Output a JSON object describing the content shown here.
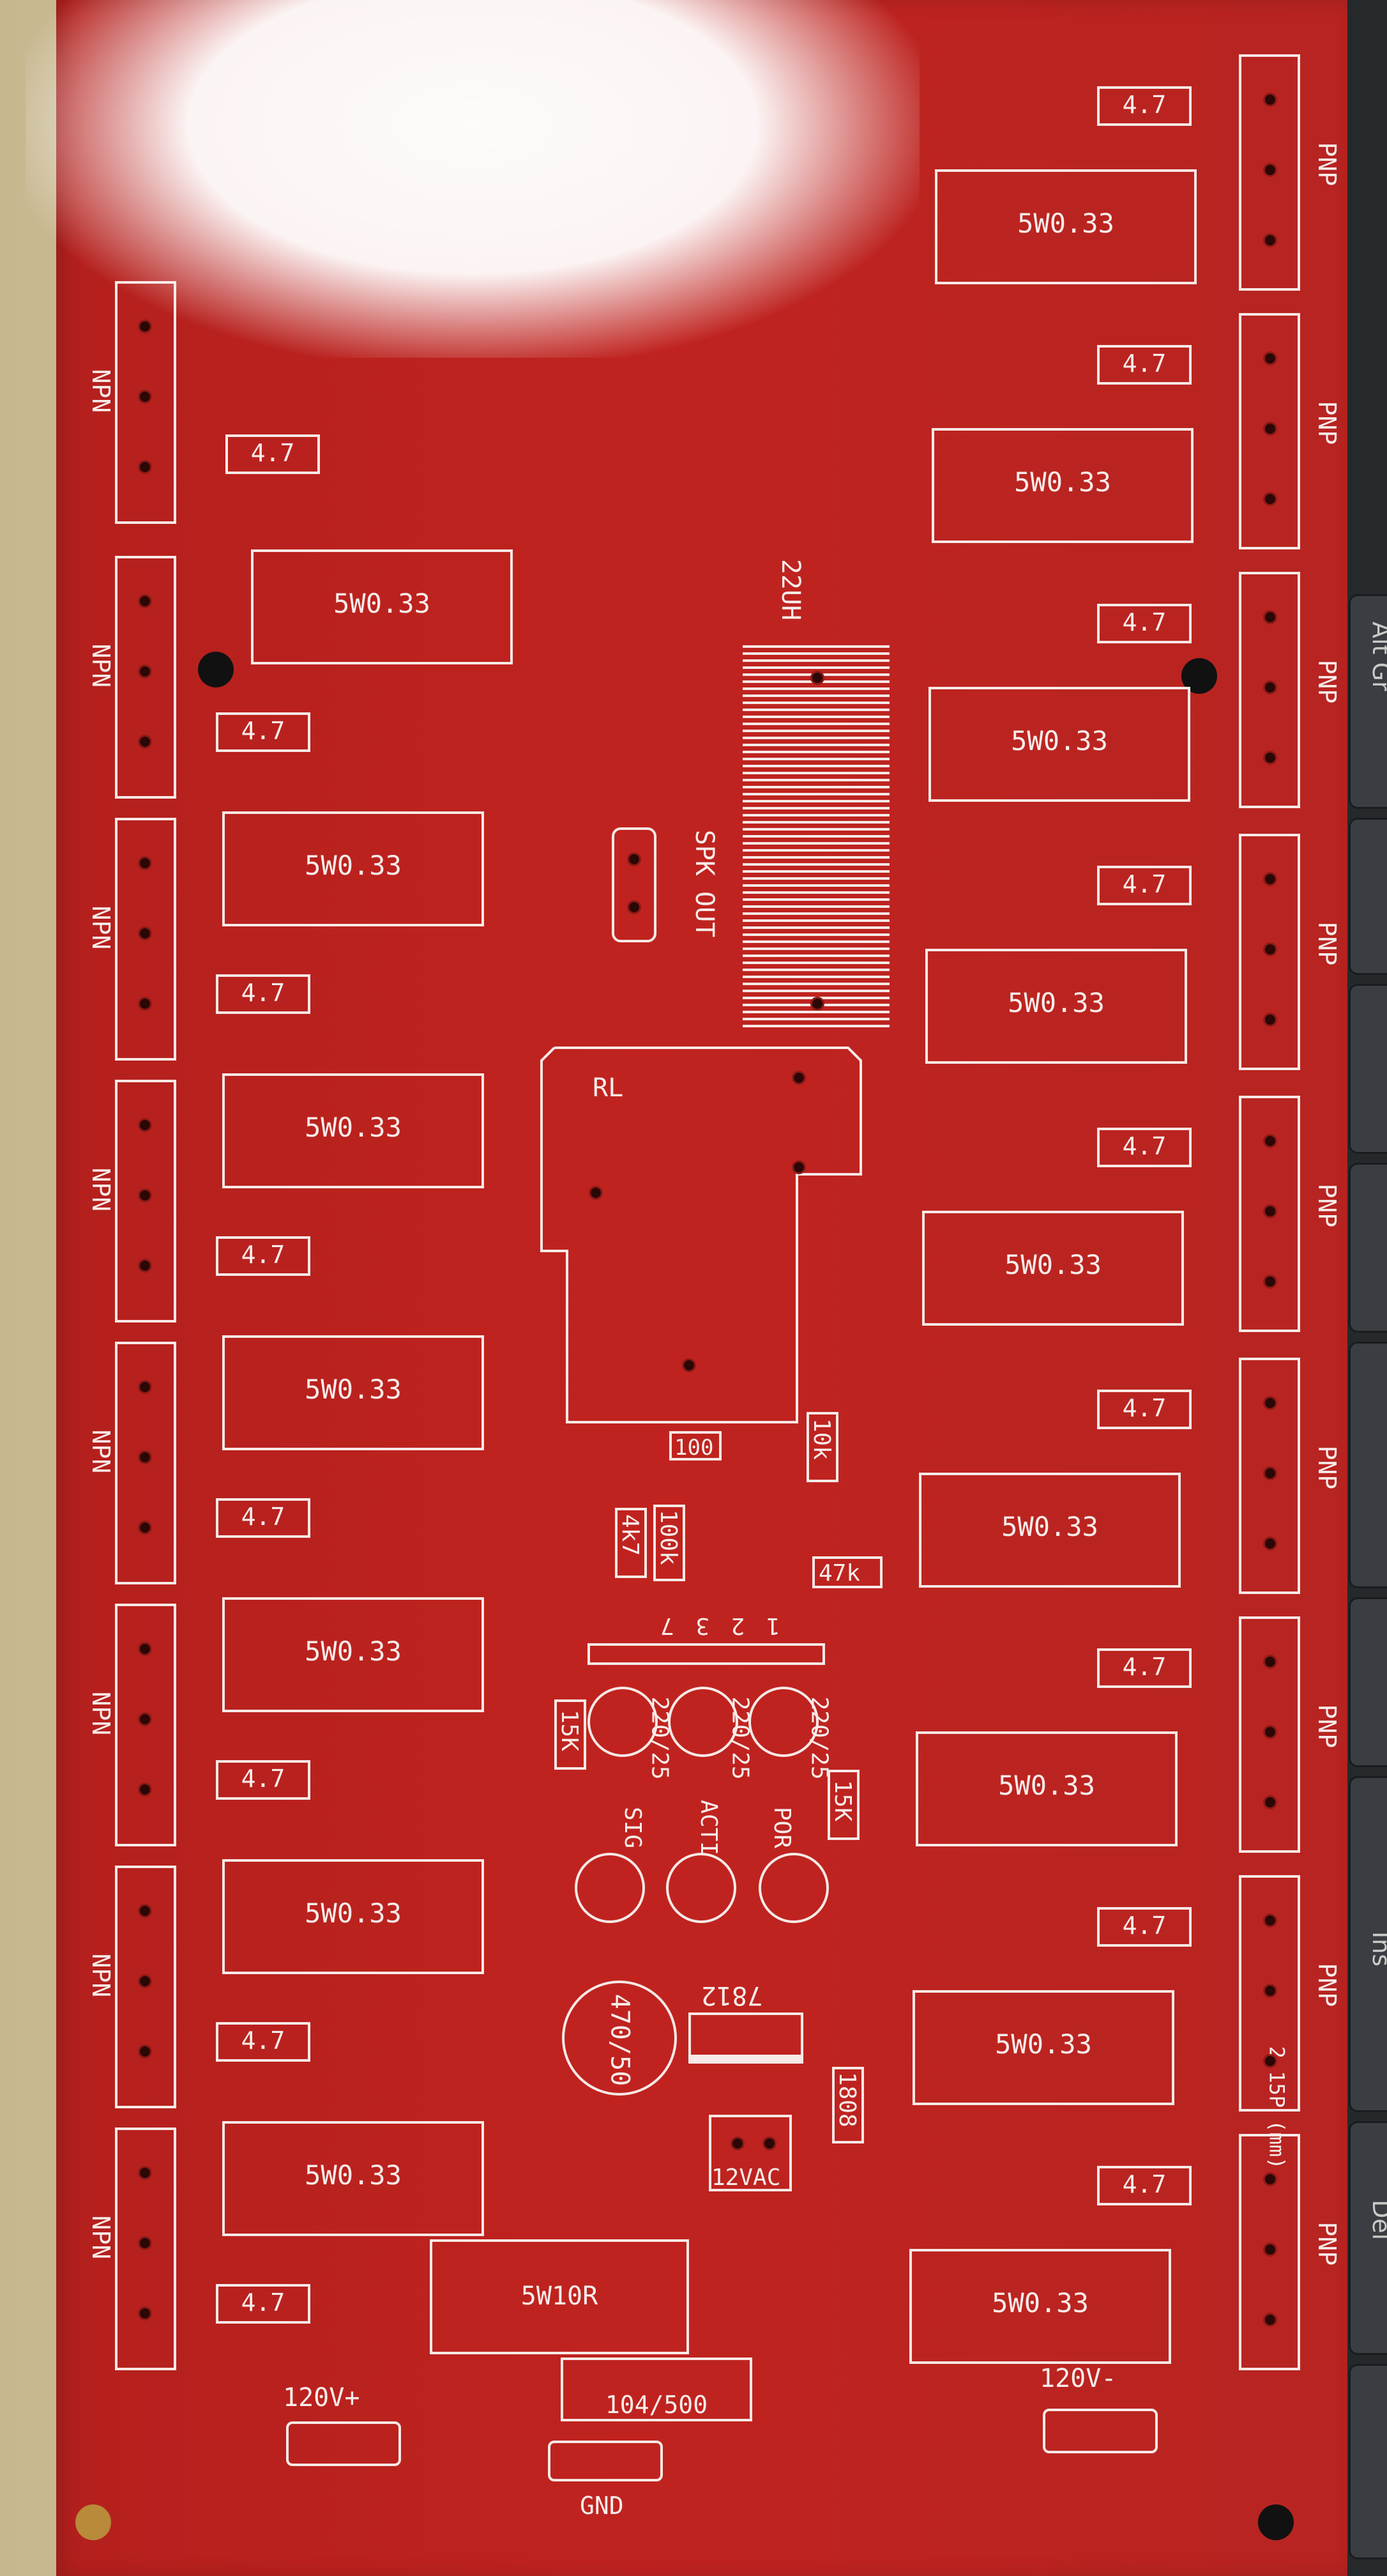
{
  "colors": {
    "board": "#c0231f",
    "silkscreen": "#f6e9e6",
    "table": "#d8cba8",
    "keyboard": "#26292c"
  },
  "keyboard_keys": [
    "Alt Gr",
    "Ins",
    "Del"
  ],
  "left_column": {
    "transistor_label": "NPN",
    "resistor_big": "5W0.33",
    "resistor_small": "4.7"
  },
  "right_column": {
    "transistor_label": "PNP",
    "resistor_big": "5W0.33",
    "resistor_small": "4.7"
  },
  "center": {
    "inductor": "22UH",
    "speaker": "SPK OUT",
    "relay": "RL",
    "r_100": "100",
    "r_10k": "10k",
    "r_4k7": "4k7",
    "r_100k": "100k",
    "r_47k": "47k",
    "ic_pins": "1 2 3 7",
    "caps": [
      "220/25",
      "220/25",
      "220/25"
    ],
    "r_15k_left": "15K",
    "r_15k_right": "15K",
    "cap_labels": [
      "SIG",
      "ACTI",
      "POR"
    ],
    "big_cap": "470/50",
    "regulator": "7812",
    "r_1808": "1808",
    "transformer": "12VAC",
    "r_5w10r": "5W10R",
    "cap_104": "104/500",
    "gnd": "GND",
    "v_plus": "120V+",
    "v_minus": "120V-",
    "pitch_note": "2.15P (mm)"
  }
}
